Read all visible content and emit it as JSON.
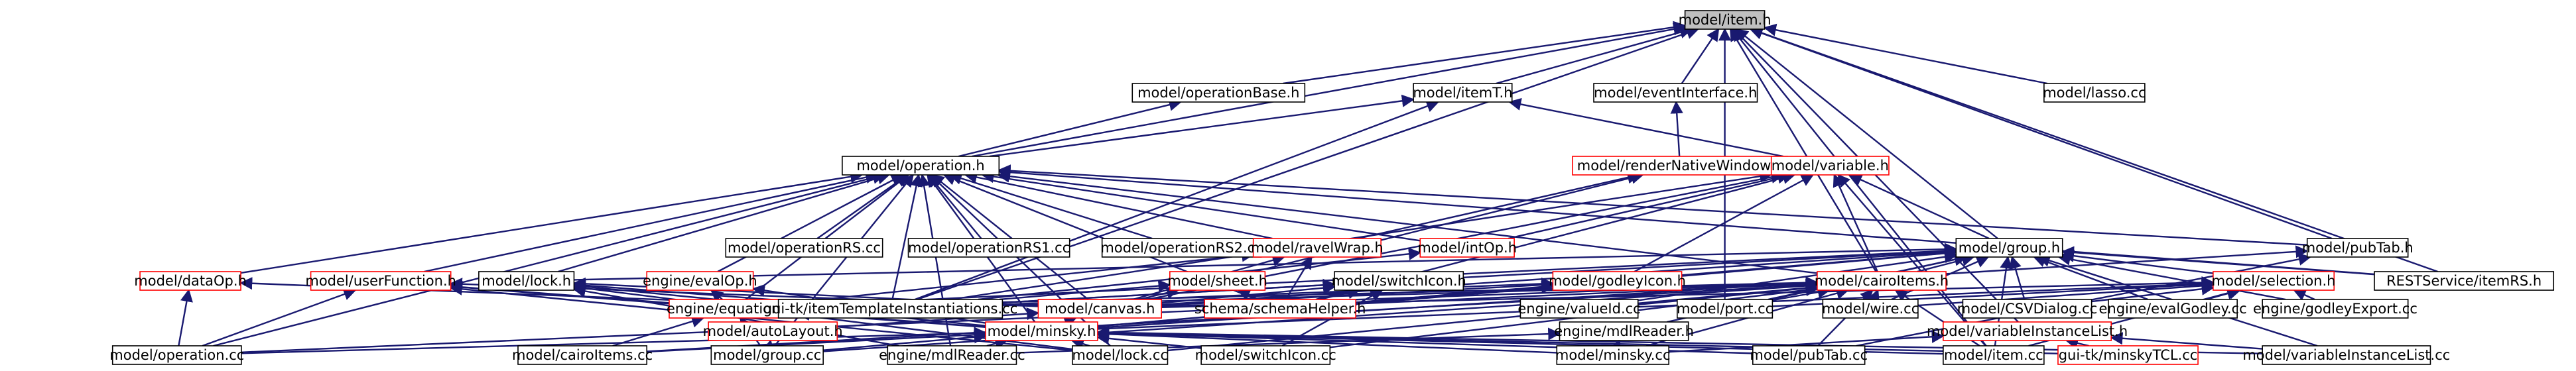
{
  "diagram": {
    "nodes": [
      {
        "id": "item_h",
        "label": "model/item.h",
        "variant": "root"
      },
      {
        "id": "operationBase_h",
        "label": "model/operationBase.h",
        "variant": "normal"
      },
      {
        "id": "itemT_h",
        "label": "model/itemT.h",
        "variant": "normal"
      },
      {
        "id": "eventInterface_h",
        "label": "model/eventInterface.h",
        "variant": "normal"
      },
      {
        "id": "lasso_cc",
        "label": "model/lasso.cc",
        "variant": "normal"
      },
      {
        "id": "operation_h",
        "label": "model/operation.h",
        "variant": "normal"
      },
      {
        "id": "renderNativeWindow_h",
        "label": "model/renderNativeWindow.h",
        "variant": "red"
      },
      {
        "id": "variable_h",
        "label": "model/variable.h",
        "variant": "red"
      },
      {
        "id": "operationRS_cc",
        "label": "model/operationRS.cc",
        "variant": "normal"
      },
      {
        "id": "operationRS1_cc",
        "label": "model/operationRS1.cc",
        "variant": "normal"
      },
      {
        "id": "operationRS2_cc",
        "label": "model/operationRS2.cc",
        "variant": "normal"
      },
      {
        "id": "intOp_h",
        "label": "model/intOp.h",
        "variant": "red"
      },
      {
        "id": "ravelWrap_h",
        "label": "model/ravelWrap.h",
        "variant": "red"
      },
      {
        "id": "group_h",
        "label": "model/group.h",
        "variant": "normal"
      },
      {
        "id": "pubTab_h",
        "label": "model/pubTab.h",
        "variant": "normal"
      },
      {
        "id": "dataOp_h",
        "label": "model/dataOp.h",
        "variant": "red"
      },
      {
        "id": "userFunction_h",
        "label": "model/userFunction.h",
        "variant": "red"
      },
      {
        "id": "lock_h",
        "label": "model/lock.h",
        "variant": "normal"
      },
      {
        "id": "evalOp_h",
        "label": "engine/evalOp.h",
        "variant": "red"
      },
      {
        "id": "sheet_h",
        "label": "model/sheet.h",
        "variant": "red"
      },
      {
        "id": "switchIcon_h",
        "label": "model/switchIcon.h",
        "variant": "normal"
      },
      {
        "id": "godleyIcon_h",
        "label": "model/godleyIcon.h",
        "variant": "red"
      },
      {
        "id": "cairoItems_h",
        "label": "model/cairoItems.h",
        "variant": "red"
      },
      {
        "id": "selection_h",
        "label": "model/selection.h",
        "variant": "red"
      },
      {
        "id": "RESTService_itemRS_h",
        "label": "RESTService/itemRS.h",
        "variant": "normal"
      },
      {
        "id": "equations_h",
        "label": "engine/equations.h",
        "variant": "red"
      },
      {
        "id": "itemTemplateInstantiations_cc",
        "label": "gui-tk/itemTemplateInstantiations.cc",
        "variant": "normal"
      },
      {
        "id": "canvas_h",
        "label": "model/canvas.h",
        "variant": "red"
      },
      {
        "id": "schemaHelper_h",
        "label": "schema/schemaHelper.h",
        "variant": "red"
      },
      {
        "id": "valueId_cc",
        "label": "engine/valueId.cc",
        "variant": "normal"
      },
      {
        "id": "port_cc",
        "label": "model/port.cc",
        "variant": "normal"
      },
      {
        "id": "wire_cc",
        "label": "model/wire.cc",
        "variant": "normal"
      },
      {
        "id": "CSVDialog_cc",
        "label": "model/CSVDialog.cc",
        "variant": "normal"
      },
      {
        "id": "evalGodley_cc",
        "label": "engine/evalGodley.cc",
        "variant": "normal"
      },
      {
        "id": "godleyExport_cc",
        "label": "engine/godleyExport.cc",
        "variant": "normal"
      },
      {
        "id": "autoLayout_h",
        "label": "model/autoLayout.h",
        "variant": "red"
      },
      {
        "id": "minsky_h",
        "label": "model/minsky.h",
        "variant": "red"
      },
      {
        "id": "mdlReader_h",
        "label": "engine/mdlReader.h",
        "variant": "normal"
      },
      {
        "id": "variableInstanceList_h",
        "label": "model/variableInstanceList.h",
        "variant": "red"
      },
      {
        "id": "operation_cc",
        "label": "model/operation.cc",
        "variant": "normal"
      },
      {
        "id": "cairoItems_cc",
        "label": "model/cairoItems.cc",
        "variant": "normal"
      },
      {
        "id": "group_cc",
        "label": "model/group.cc",
        "variant": "normal"
      },
      {
        "id": "mdlReader_cc",
        "label": "engine/mdlReader.cc",
        "variant": "normal"
      },
      {
        "id": "lock_cc",
        "label": "model/lock.cc",
        "variant": "normal"
      },
      {
        "id": "switchIcon_cc",
        "label": "model/switchIcon.cc",
        "variant": "normal"
      },
      {
        "id": "minsky_cc",
        "label": "model/minsky.cc",
        "variant": "normal"
      },
      {
        "id": "pubTab_cc",
        "label": "model/pubTab.cc",
        "variant": "normal"
      },
      {
        "id": "item_cc",
        "label": "model/item.cc",
        "variant": "normal"
      },
      {
        "id": "minskyTCL_cc",
        "label": "gui-tk/minskyTCL.cc",
        "variant": "red"
      },
      {
        "id": "variableInstanceList_cc",
        "label": "model/variableInstanceList.cc",
        "variant": "normal"
      }
    ],
    "edges": [
      [
        "operationBase_h",
        "item_h"
      ],
      [
        "itemT_h",
        "item_h"
      ],
      [
        "eventInterface_h",
        "item_h"
      ],
      [
        "lasso_cc",
        "item_h"
      ],
      [
        "operation_h",
        "item_h"
      ],
      [
        "group_h",
        "item_h"
      ],
      [
        "pubTab_h",
        "item_h"
      ],
      [
        "RESTService_itemRS_h",
        "item_h"
      ],
      [
        "variableInstanceList_h",
        "item_h"
      ],
      [
        "item_cc",
        "item_h"
      ],
      [
        "itemTemplateInstantiations_cc",
        "item_h"
      ],
      [
        "port_cc",
        "item_h"
      ],
      [
        "cairoItems_h",
        "item_h"
      ],
      [
        "operation_h",
        "operationBase_h"
      ],
      [
        "operation_h",
        "itemT_h"
      ],
      [
        "variable_h",
        "itemT_h"
      ],
      [
        "renderNativeWindow_h",
        "eventInterface_h"
      ],
      [
        "itemTemplateInstantiations_cc",
        "itemT_h"
      ],
      [
        "operationRS_cc",
        "operation_h"
      ],
      [
        "operationRS1_cc",
        "operation_h"
      ],
      [
        "operationRS2_cc",
        "operation_h"
      ],
      [
        "intOp_h",
        "operation_h"
      ],
      [
        "ravelWrap_h",
        "operation_h"
      ],
      [
        "dataOp_h",
        "operation_h"
      ],
      [
        "userFunction_h",
        "operation_h"
      ],
      [
        "lock_h",
        "operation_h"
      ],
      [
        "evalOp_h",
        "operation_h"
      ],
      [
        "operation_cc",
        "operation_h"
      ],
      [
        "group_cc",
        "operation_h"
      ],
      [
        "canvas_h",
        "operation_h"
      ],
      [
        "cairoItems_h",
        "operation_h"
      ],
      [
        "RESTService_itemRS_h",
        "operation_h"
      ],
      [
        "minsky_h",
        "operation_h"
      ],
      [
        "itemTemplateInstantiations_cc",
        "operation_h"
      ],
      [
        "equations_h",
        "operation_h"
      ],
      [
        "schemaHelper_h",
        "operation_h"
      ],
      [
        "pubTab_h",
        "operation_h"
      ],
      [
        "mdlReader_cc",
        "operation_h"
      ],
      [
        "lock_cc",
        "operation_h"
      ],
      [
        "ravelWrap_h",
        "renderNativeWindow_h"
      ],
      [
        "sheet_h",
        "renderNativeWindow_h"
      ],
      [
        "intOp_h",
        "variable_h"
      ],
      [
        "group_h",
        "variable_h"
      ],
      [
        "godleyIcon_h",
        "variable_h"
      ],
      [
        "cairoItems_h",
        "variable_h"
      ],
      [
        "canvas_h",
        "variable_h"
      ],
      [
        "item_cc",
        "variable_h"
      ],
      [
        "schemaHelper_h",
        "variable_h"
      ],
      [
        "itemTemplateInstantiations_cc",
        "variable_h"
      ],
      [
        "itemTemplateInstantiations_cc",
        "intOp_h"
      ],
      [
        "equations_h",
        "ravelWrap_h"
      ],
      [
        "canvas_h",
        "ravelWrap_h"
      ],
      [
        "schemaHelper_h",
        "ravelWrap_h"
      ],
      [
        "canvas_h",
        "group_h"
      ],
      [
        "selection_h",
        "group_h"
      ],
      [
        "cairoItems_h",
        "group_h"
      ],
      [
        "godleyIcon_h",
        "group_h"
      ],
      [
        "RESTService_itemRS_h",
        "group_h"
      ],
      [
        "port_cc",
        "group_h"
      ],
      [
        "wire_cc",
        "group_h"
      ],
      [
        "valueId_cc",
        "group_h"
      ],
      [
        "CSVDialog_cc",
        "group_h"
      ],
      [
        "evalGodley_cc",
        "group_h"
      ],
      [
        "godleyExport_cc",
        "group_h"
      ],
      [
        "item_cc",
        "group_h"
      ],
      [
        "variableInstanceList_cc",
        "group_h"
      ],
      [
        "minsky_h",
        "group_h"
      ],
      [
        "equations_h",
        "group_h"
      ],
      [
        "schemaHelper_h",
        "group_h"
      ],
      [
        "lock_h",
        "group_h"
      ],
      [
        "mdlReader_h",
        "group_h"
      ],
      [
        "itemTemplateInstantiations_cc",
        "group_h"
      ],
      [
        "minsky_h",
        "pubTab_h"
      ],
      [
        "pubTab_cc",
        "pubTab_h"
      ],
      [
        "operation_cc",
        "dataOp_h"
      ],
      [
        "itemTemplateInstantiations_cc",
        "dataOp_h"
      ],
      [
        "operation_cc",
        "userFunction_h"
      ],
      [
        "canvas_h",
        "userFunction_h"
      ],
      [
        "equations_h",
        "userFunction_h"
      ],
      [
        "minsky_h",
        "userFunction_h"
      ],
      [
        "lock_cc",
        "userFunction_h"
      ],
      [
        "canvas_h",
        "lock_h"
      ],
      [
        "itemTemplateInstantiations_cc",
        "lock_h"
      ],
      [
        "lock_cc",
        "lock_h"
      ],
      [
        "minsky_h",
        "lock_h"
      ],
      [
        "mdlReader_cc",
        "lock_h"
      ],
      [
        "equations_h",
        "evalOp_h"
      ],
      [
        "minsky_h",
        "evalOp_h"
      ],
      [
        "canvas_h",
        "sheet_h"
      ],
      [
        "itemTemplateInstantiations_cc",
        "sheet_h"
      ],
      [
        "schemaHelper_h",
        "sheet_h"
      ],
      [
        "canvas_h",
        "switchIcon_h"
      ],
      [
        "itemTemplateInstantiations_cc",
        "switchIcon_h"
      ],
      [
        "switchIcon_cc",
        "switchIcon_h"
      ],
      [
        "schemaHelper_h",
        "switchIcon_h"
      ],
      [
        "canvas_h",
        "godleyIcon_h"
      ],
      [
        "schemaHelper_h",
        "godleyIcon_h"
      ],
      [
        "itemTemplateInstantiations_cc",
        "godleyIcon_h"
      ],
      [
        "minsky_h",
        "godleyIcon_h"
      ],
      [
        "canvas_h",
        "cairoItems_h"
      ],
      [
        "port_cc",
        "cairoItems_h"
      ],
      [
        "wire_cc",
        "cairoItems_h"
      ],
      [
        "valueId_cc",
        "cairoItems_h"
      ],
      [
        "cairoItems_cc",
        "cairoItems_h"
      ],
      [
        "group_cc",
        "cairoItems_h"
      ],
      [
        "switchIcon_cc",
        "cairoItems_h"
      ],
      [
        "minsky_cc",
        "cairoItems_h"
      ],
      [
        "pubTab_cc",
        "cairoItems_h"
      ],
      [
        "item_cc",
        "cairoItems_h"
      ],
      [
        "operation_cc",
        "cairoItems_h"
      ],
      [
        "lock_cc",
        "cairoItems_h"
      ],
      [
        "itemTemplateInstantiations_cc",
        "cairoItems_h"
      ],
      [
        "equations_h",
        "cairoItems_h"
      ],
      [
        "canvas_h",
        "selection_h"
      ],
      [
        "CSVDialog_cc",
        "selection_h"
      ],
      [
        "evalGodley_cc",
        "selection_h"
      ],
      [
        "godleyExport_cc",
        "selection_h"
      ],
      [
        "port_cc",
        "selection_h"
      ],
      [
        "wire_cc",
        "selection_h"
      ],
      [
        "item_cc",
        "selection_h"
      ],
      [
        "minsky_h",
        "selection_h"
      ],
      [
        "minsky_h",
        "equations_h"
      ],
      [
        "cairoItems_cc",
        "equations_h"
      ],
      [
        "group_cc",
        "equations_h"
      ],
      [
        "minsky_h",
        "canvas_h"
      ],
      [
        "autoLayout_h",
        "canvas_h"
      ],
      [
        "group_cc",
        "autoLayout_h"
      ],
      [
        "operation_cc",
        "minsky_h"
      ],
      [
        "cairoItems_cc",
        "minsky_h"
      ],
      [
        "group_cc",
        "minsky_h"
      ],
      [
        "mdlReader_cc",
        "minsky_h"
      ],
      [
        "lock_cc",
        "minsky_h"
      ],
      [
        "switchIcon_cc",
        "minsky_h"
      ],
      [
        "minsky_cc",
        "minsky_h"
      ],
      [
        "pubTab_cc",
        "minsky_h"
      ],
      [
        "item_cc",
        "minsky_h"
      ],
      [
        "minskyTCL_cc",
        "minsky_h"
      ],
      [
        "variableInstanceList_cc",
        "minsky_h"
      ],
      [
        "mdlReader_cc",
        "mdlReader_h"
      ],
      [
        "minsky_cc",
        "mdlReader_h"
      ],
      [
        "minskyTCL_cc",
        "variableInstanceList_h"
      ],
      [
        "variableInstanceList_cc",
        "variableInstanceList_h"
      ],
      [
        "minsky_cc",
        "variableInstanceList_h"
      ]
    ]
  }
}
